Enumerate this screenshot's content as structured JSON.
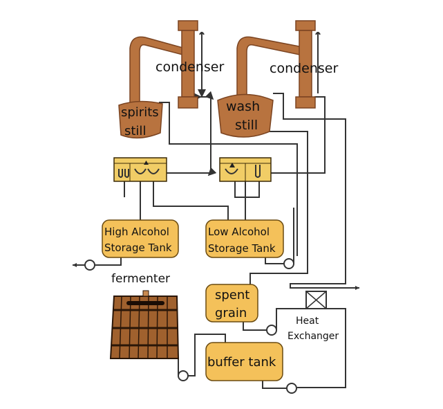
{
  "labels": {
    "condenser_left": "condenser",
    "condenser_right": "condenser",
    "spirits_still": [
      "spirits",
      "still"
    ],
    "wash_still": [
      "wash",
      "still"
    ],
    "high_alcohol_tank": [
      "High Alcohol",
      "Storage Tank"
    ],
    "low_alcohol_tank": [
      "Low Alcohol",
      "Storage Tank"
    ],
    "fermenter": "fermenter",
    "spent_grain": [
      "spent",
      "grain"
    ],
    "buffer_tank": "buffer tank",
    "heat_exchanger": [
      "Heat",
      "Exchanger"
    ]
  },
  "colors": {
    "copper": "#b8733f",
    "tank": "#f4c15a",
    "spirit_safe": "#f1cd66",
    "pipe": "#333333",
    "wood": "#a0612e"
  }
}
